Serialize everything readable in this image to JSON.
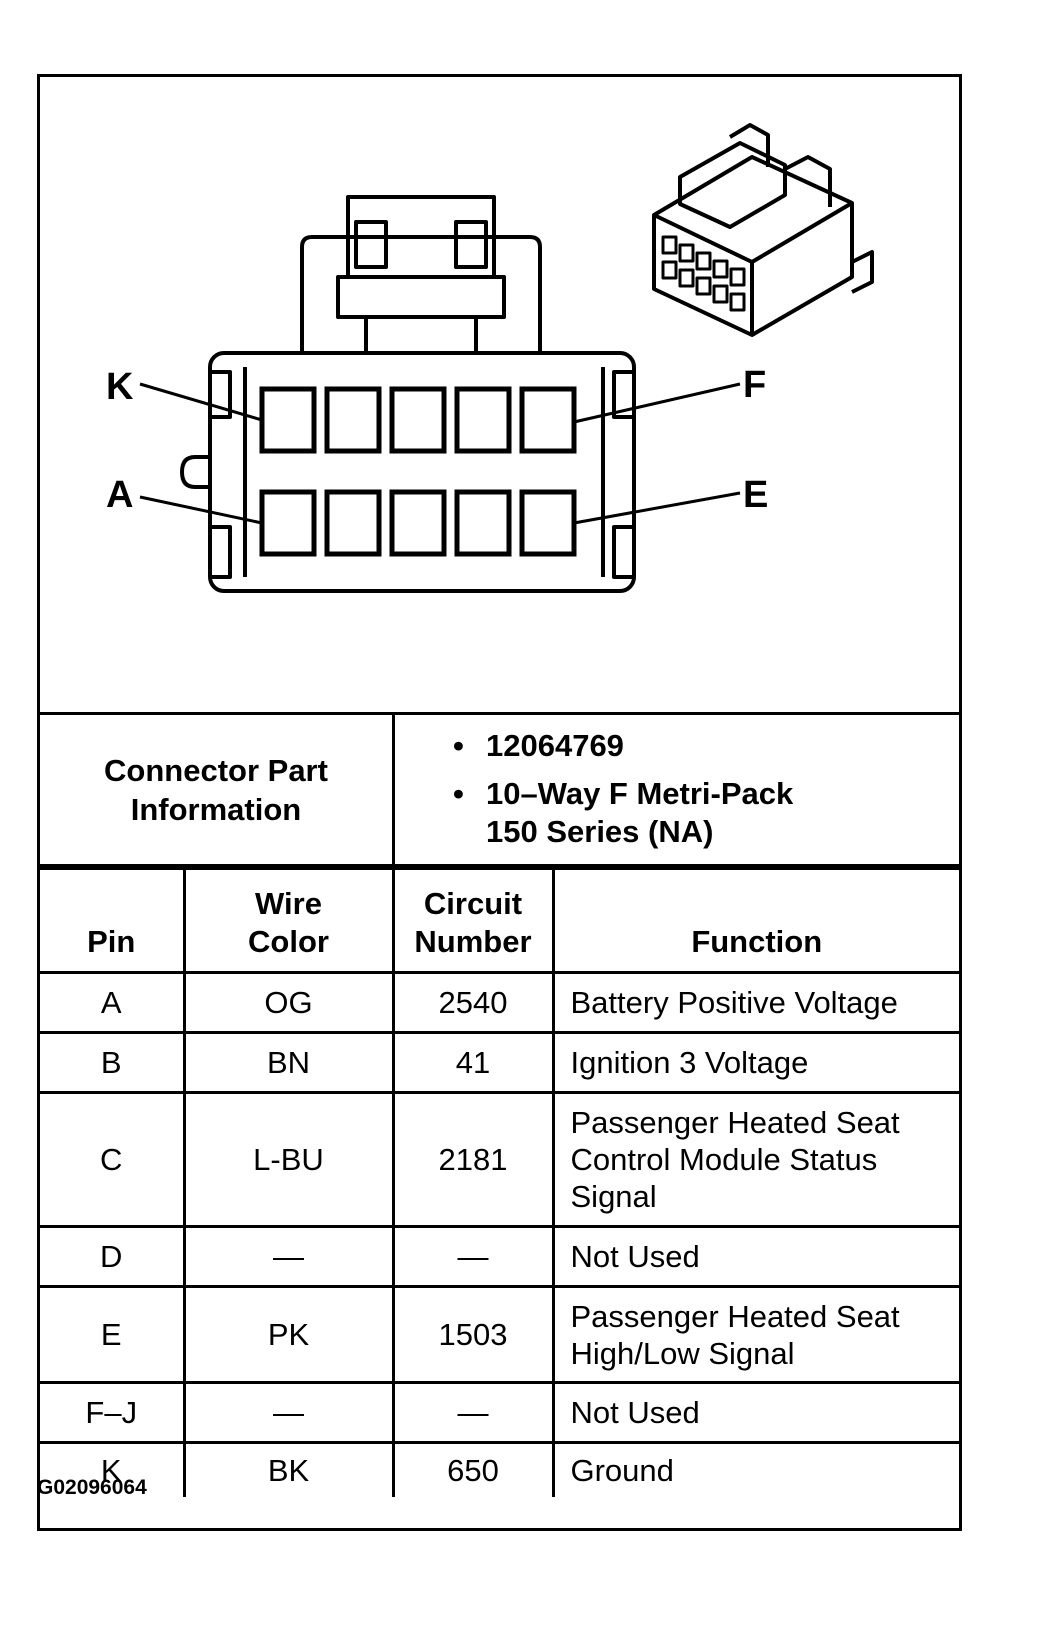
{
  "diagram": {
    "pin_labels": {
      "k": "K",
      "a": "A",
      "f": "F",
      "e": "E"
    }
  },
  "part_info": {
    "label_line1": "Connector Part",
    "label_line2": "Information",
    "bullets": [
      "12064769",
      "10–Way F Metri-Pack",
      "150 Series (NA)"
    ],
    "bullet_symbol": "•"
  },
  "table": {
    "headers": {
      "pin": "Pin",
      "wire_color_line1": "Wire",
      "wire_color_line2": "Color",
      "circuit_line1": "Circuit",
      "circuit_line2": "Number",
      "function": "Function"
    },
    "rows": [
      {
        "pin": "A",
        "wire": "OG",
        "circuit": "2540",
        "function_lines": [
          "Battery Positive Voltage"
        ]
      },
      {
        "pin": "B",
        "wire": "BN",
        "circuit": "41",
        "function_lines": [
          "Ignition 3 Voltage"
        ]
      },
      {
        "pin": "C",
        "wire": "L-BU",
        "circuit": "2181",
        "function_lines": [
          "Passenger Heated Seat",
          "Control Module Status",
          "Signal"
        ]
      },
      {
        "pin": "D",
        "wire": "—",
        "circuit": "—",
        "function_lines": [
          "Not Used"
        ]
      },
      {
        "pin": "E",
        "wire": "PK",
        "circuit": "1503",
        "function_lines": [
          "Passenger Heated Seat",
          "High/Low Signal"
        ]
      },
      {
        "pin": "F–J",
        "wire": "—",
        "circuit": "—",
        "function_lines": [
          "Not Used"
        ]
      },
      {
        "pin": "K",
        "wire": "BK",
        "circuit": "650",
        "function_lines": [
          "Ground"
        ]
      }
    ]
  },
  "figure_id": "G02096064"
}
